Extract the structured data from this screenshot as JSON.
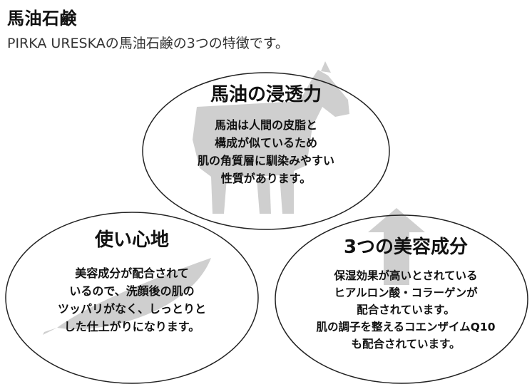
{
  "header": {
    "title": "馬油石鹸",
    "subtitle": "PIRKA URESKAの馬油石鹸の3つの特徴です。"
  },
  "features": [
    {
      "heading": "馬油の浸透力",
      "lines": [
        "馬油は人間の皮脂と",
        "構成が似ているため",
        "肌の角質層に馴染みやすい",
        "性質があります。"
      ],
      "illustration": "horse-icon"
    },
    {
      "heading": "使い心地",
      "lines": [
        "美容成分が配合されて",
        "いるので、洗顔後の肌の",
        "ツッパリがなく、しっとりと",
        "した仕上がりになります。"
      ],
      "illustration": "feather-icon"
    },
    {
      "heading": "3つの美容成分",
      "lines": [
        "保湿効果が高いとされている",
        "ヒアルロン酸・コラーゲンが",
        "配合されています。",
        "肌の調子を整えるコエンザイムQ10",
        "も配合されています。"
      ],
      "illustration": "up-arrow-icon"
    }
  ],
  "colors": {
    "illustration": "#cfcfcf",
    "outline": "#222222"
  }
}
